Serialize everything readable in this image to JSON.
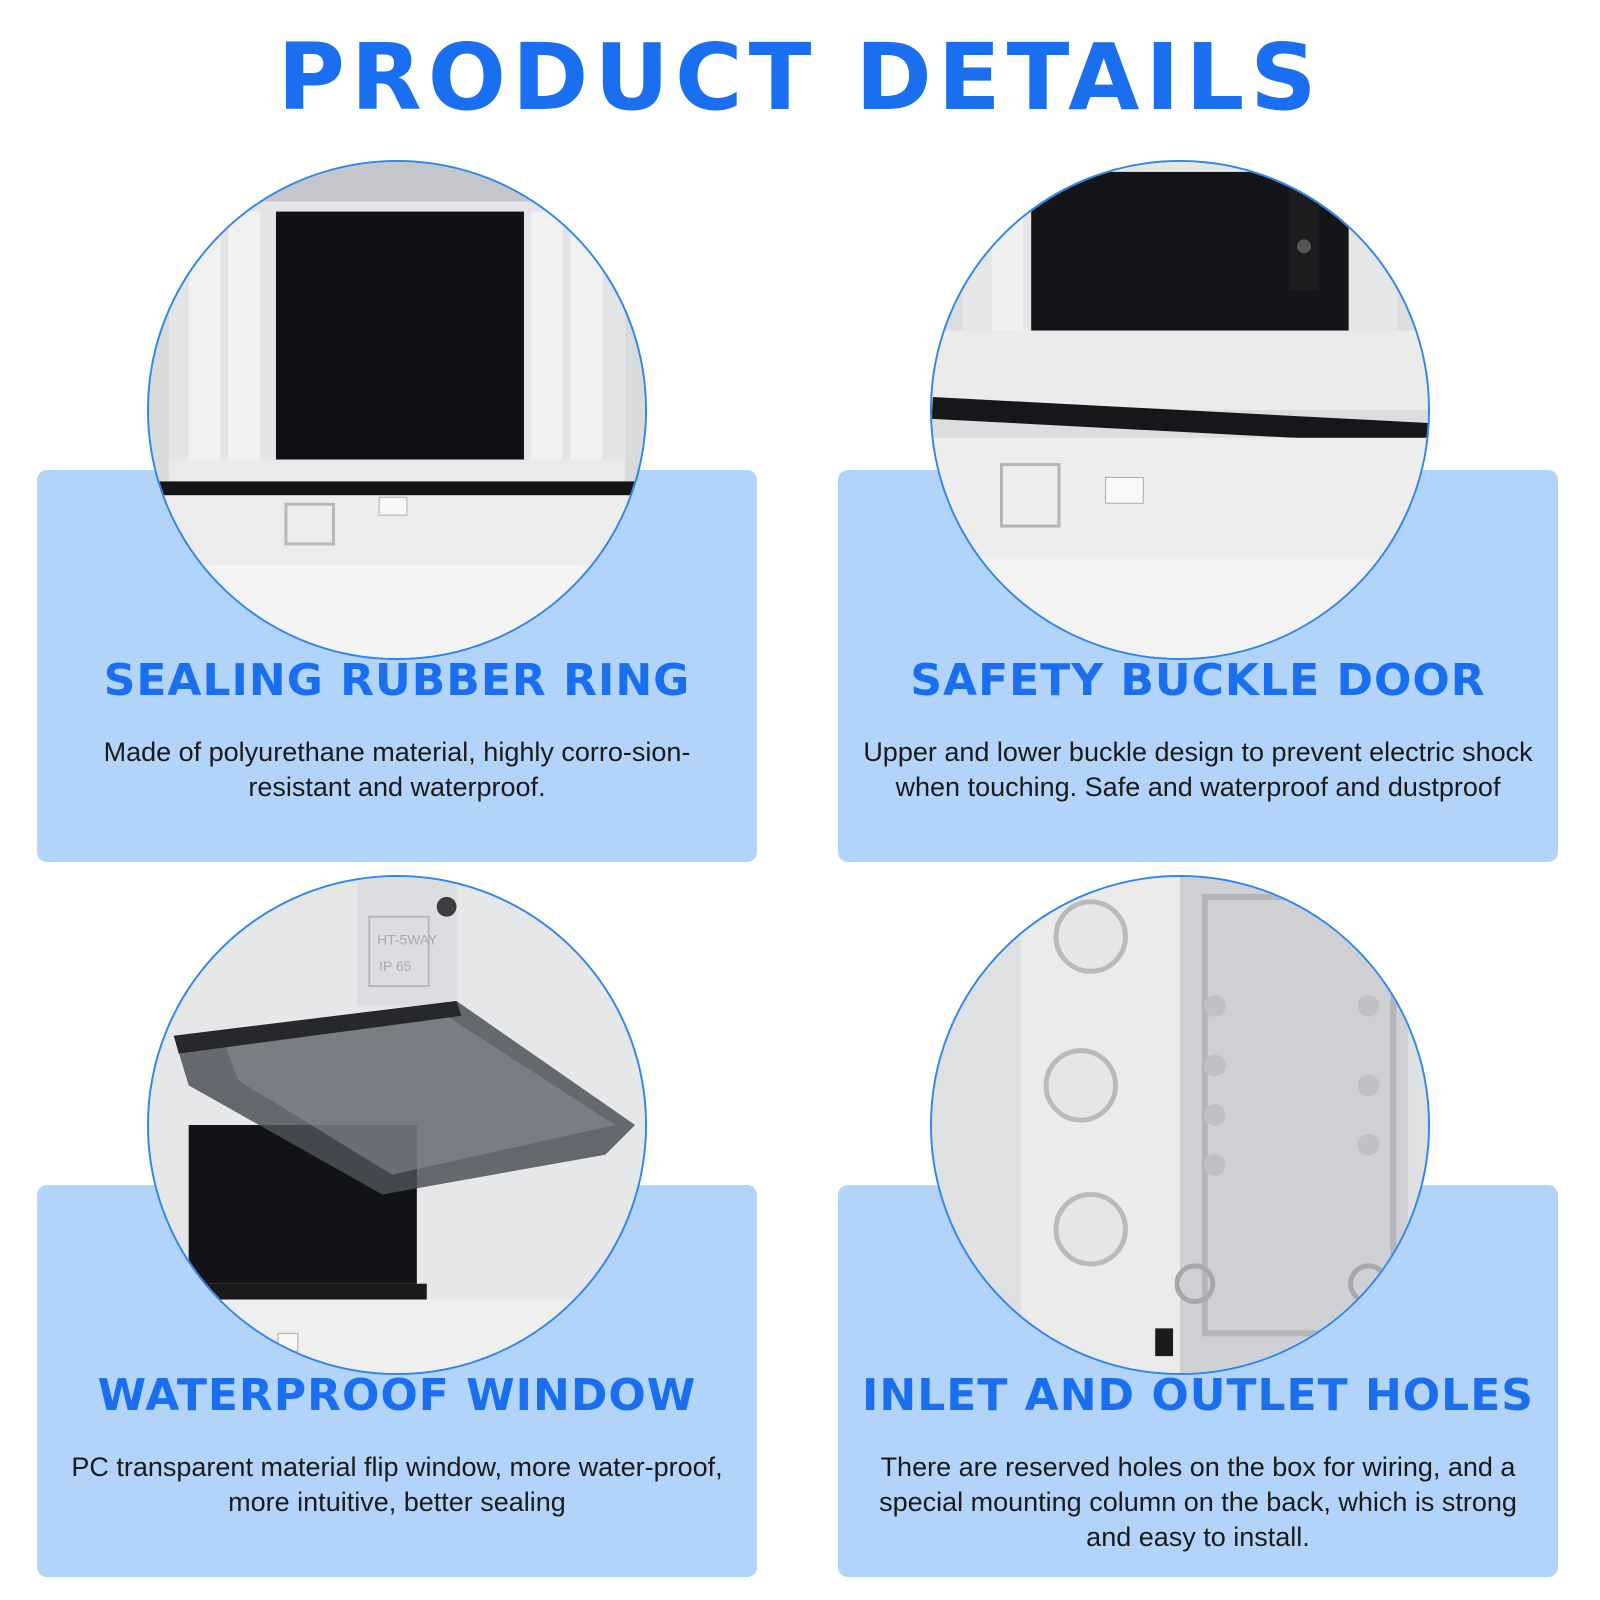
{
  "header": {
    "title": "PRODUCT DETAILS"
  },
  "colors": {
    "accent": "#1a6ef0",
    "card_bg": "#b3d4fa",
    "photo_border": "#2e86ee"
  },
  "features": [
    {
      "title": "SEALING RUBBER RING",
      "description": "Made of polyurethane material, highly corro-sion-resistant and waterproof."
    },
    {
      "title": "SAFETY BUCKLE DOOR",
      "description": "Upper and lower buckle design to prevent electric shock when touching. Safe and waterproof and dustproof"
    },
    {
      "title": "WATERPROOF WINDOW",
      "description": "PC transparent material flip window, more water-proof, more intuitive, better sealing"
    },
    {
      "title": "INLET AND OUTLET HOLES",
      "description": "There are reserved holes on the box for wiring, and a special mounting column on the back, which is strong and easy to install."
    }
  ],
  "photo_labels": {
    "box_model": "HT-5WAY",
    "rating": "IP 65"
  }
}
